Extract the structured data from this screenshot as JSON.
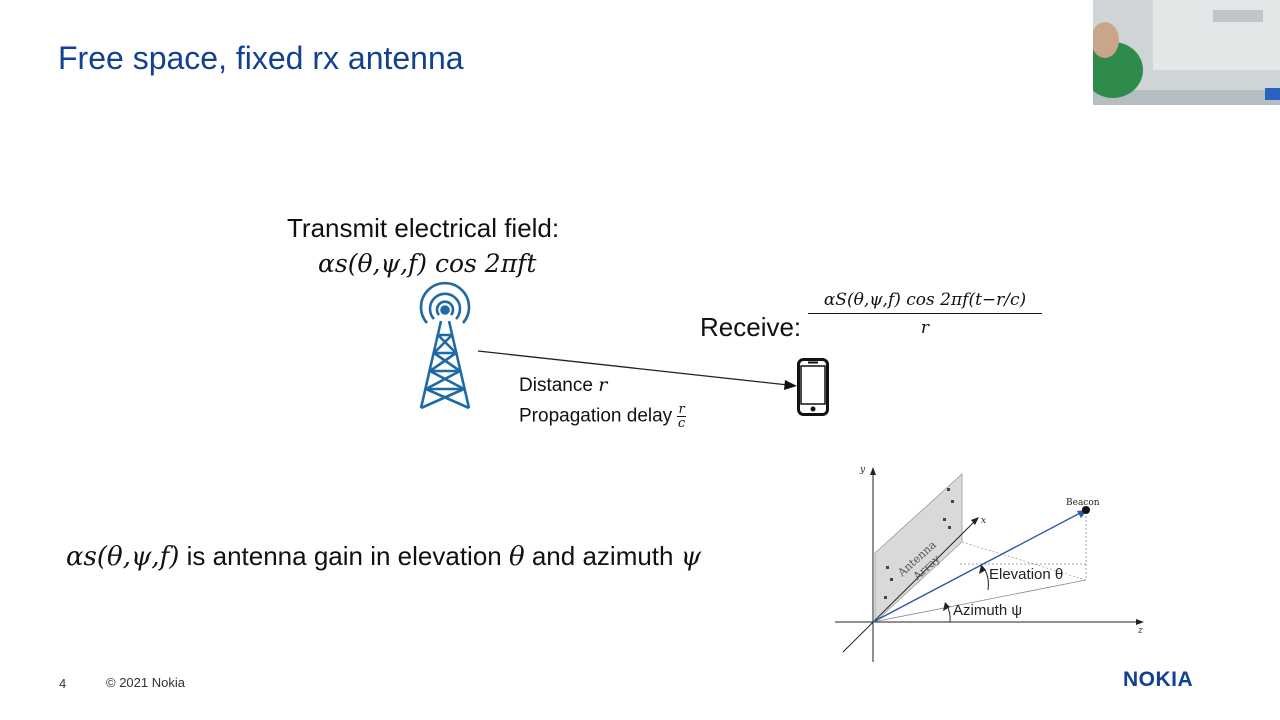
{
  "slide": {
    "title": "Free space, fixed rx antenna",
    "transmit_label": "Transmit electrical field:",
    "transmit_equation": "αs(θ,ψ,f) cos 2πft",
    "receive_label": "Receive:",
    "receive_numerator": "αS(θ,ψ,f) cos 2πf(t−r/c)",
    "receive_denominator": "r",
    "distance_label": "Distance",
    "distance_symbol": "r",
    "delay_label": "Propagation delay",
    "delay_numerator": "r",
    "delay_denominator": "c",
    "gain_symbol": "αs(θ,ψ,f)",
    "gain_text": " is antenna gain in elevation ",
    "gain_theta": "θ",
    "gain_and": " and azimuth ",
    "gain_psi": "ψ"
  },
  "diagram": {
    "axis_y": "y",
    "axis_x": "x",
    "axis_z": "z",
    "array_label_1": "Antenna",
    "array_label_2": "Array",
    "beacon_label": "Beacon",
    "elevation_label": "Elevation θ",
    "azimuth_label": "Azimuth ψ"
  },
  "footer": {
    "page_number": "4",
    "copyright": "© 2021 Nokia",
    "logo": "NOKIA"
  },
  "colors": {
    "brand_blue": "#124191",
    "ray_blue": "#2a5aa8",
    "tower_blue": "#1f6aa5"
  },
  "icons": {
    "tower": "antenna-tower-icon",
    "phone": "smartphone-icon"
  }
}
